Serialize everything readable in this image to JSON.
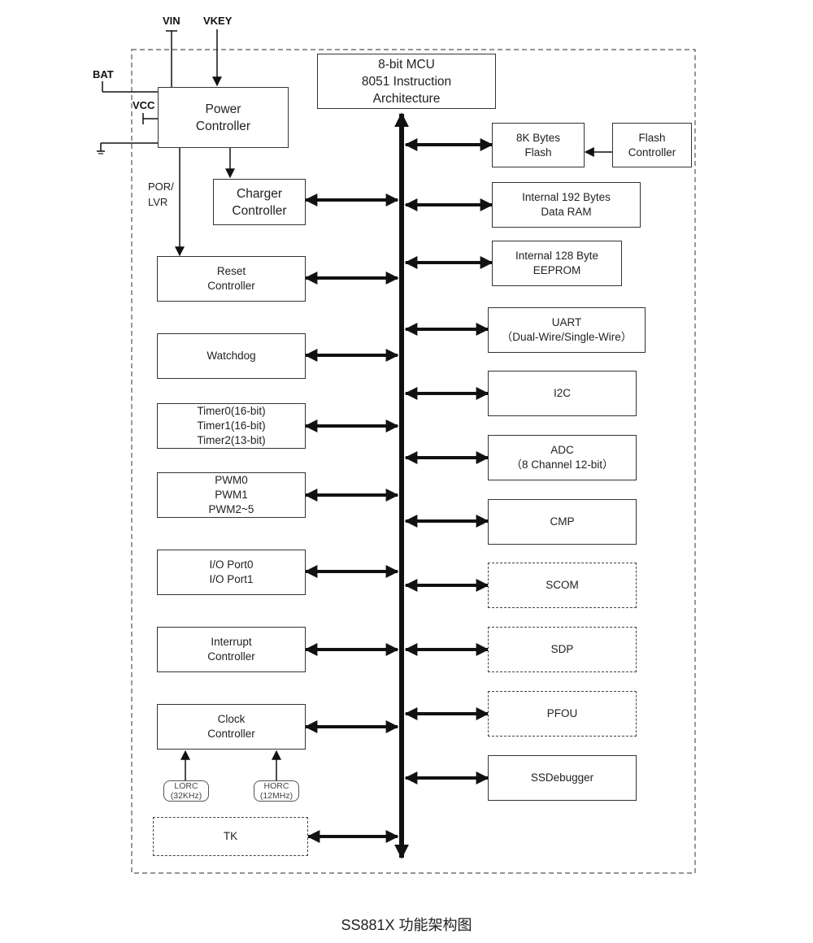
{
  "pins": {
    "vin": "VIN",
    "vkey": "VKEY",
    "bat": "BAT",
    "vcc": "VCC"
  },
  "por_lvr": [
    "POR/",
    "LVR"
  ],
  "blocks": {
    "mcu": [
      "8-bit MCU",
      "8051 Instruction",
      "Architecture"
    ],
    "power": [
      "Power",
      "Controller"
    ],
    "charger": [
      "Charger",
      "Controller"
    ],
    "reset": [
      "Reset",
      "Controller"
    ],
    "watchdog": [
      "Watchdog"
    ],
    "timers": [
      "Timer0(16-bit)",
      "Timer1(16-bit)",
      "Timer2(13-bit)"
    ],
    "pwm": [
      "PWM0",
      "PWM1",
      "PWM2~5"
    ],
    "io": [
      "I/O Port0",
      "I/O Port1"
    ],
    "interrupt": [
      "Interrupt",
      "Controller"
    ],
    "clock": [
      "Clock",
      "Controller"
    ],
    "lorc": [
      "LORC",
      "(32KHz)"
    ],
    "horc": [
      "HORC",
      "(12MHz)"
    ],
    "tk": [
      "TK"
    ],
    "flash": [
      "8K Bytes",
      "Flash"
    ],
    "flash_ctrl": [
      "Flash",
      "Controller"
    ],
    "ram": [
      "Internal 192 Bytes",
      "Data RAM"
    ],
    "eeprom": [
      "Internal 128 Byte",
      "EEPROM"
    ],
    "uart": [
      "UART",
      "（Dual-Wire/Single-Wire）"
    ],
    "i2c": [
      "I2C"
    ],
    "adc": [
      "ADC",
      "（8 Channel 12-bit）"
    ],
    "cmp": [
      "CMP"
    ],
    "scom": [
      "SCOM"
    ],
    "sdp": [
      "SDP"
    ],
    "pfou": [
      "PFOU"
    ],
    "ssdebugger": [
      "SSDebugger"
    ]
  },
  "caption": "SS881X 功能架构图"
}
